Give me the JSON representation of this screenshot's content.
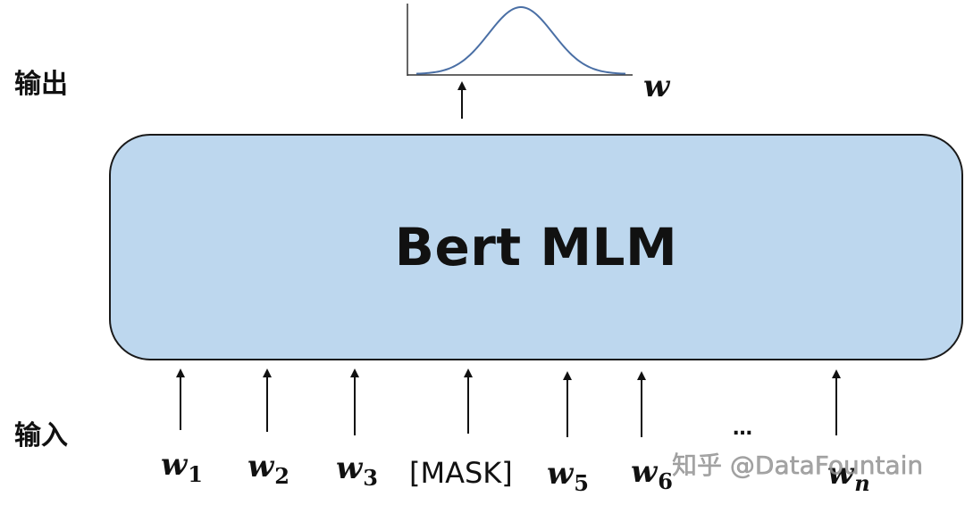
{
  "labels": {
    "output": "输出",
    "input": "输入"
  },
  "model": {
    "label": "Bert MLM",
    "fill_color": "#bdd7ee",
    "border_color": "#1a1a1a"
  },
  "output_symbol": "w",
  "inputs": [
    {
      "base": "w",
      "sub": "1"
    },
    {
      "base": "w",
      "sub": "2"
    },
    {
      "base": "w",
      "sub": "3"
    },
    {
      "mask": "[MASK]"
    },
    {
      "base": "w",
      "sub": "5"
    },
    {
      "base": "w",
      "sub": "6"
    },
    {
      "base": "w",
      "sub": "n"
    }
  ],
  "ellipsis": "…",
  "curve_color": "#4a6fa5",
  "watermark": "知乎 @DataFountain"
}
